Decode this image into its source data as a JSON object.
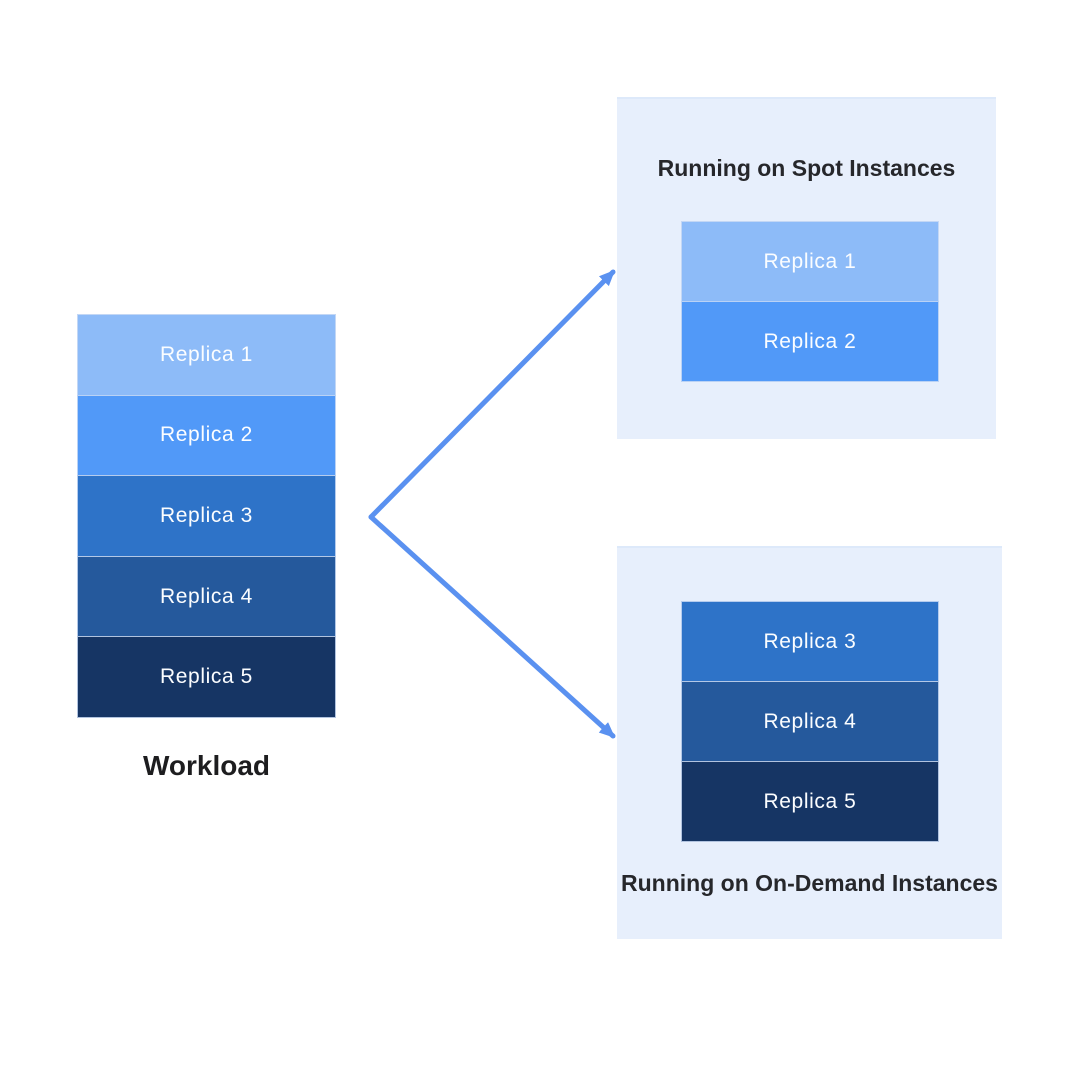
{
  "diagram": {
    "workload": {
      "label": "Workload",
      "replicas": [
        {
          "label": "Replica 1",
          "color": "#8dbbf8"
        },
        {
          "label": "Replica 2",
          "color": "#5199f8"
        },
        {
          "label": "Replica 3",
          "color": "#2e73c8"
        },
        {
          "label": "Replica 4",
          "color": "#25599c"
        },
        {
          "label": "Replica 5",
          "color": "#163564"
        }
      ]
    },
    "spot_panel": {
      "title": "Running on Spot Instances",
      "replicas": [
        {
          "label": "Replica 1",
          "color": "#8dbbf8"
        },
        {
          "label": "Replica 2",
          "color": "#5199f8"
        }
      ]
    },
    "ondemand_panel": {
      "title": "Running on On-Demand Instances",
      "replicas": [
        {
          "label": "Replica 3",
          "color": "#2e73c8"
        },
        {
          "label": "Replica 4",
          "color": "#25599c"
        },
        {
          "label": "Replica 5",
          "color": "#163564"
        }
      ]
    },
    "colors": {
      "arrow": "#5a91f0",
      "panel_background": "#e7effc",
      "block_border": "#cddcf4",
      "title_text": "#26272b",
      "replica_text": "#fbfdff",
      "workload_text": "#1d1d1f"
    }
  }
}
